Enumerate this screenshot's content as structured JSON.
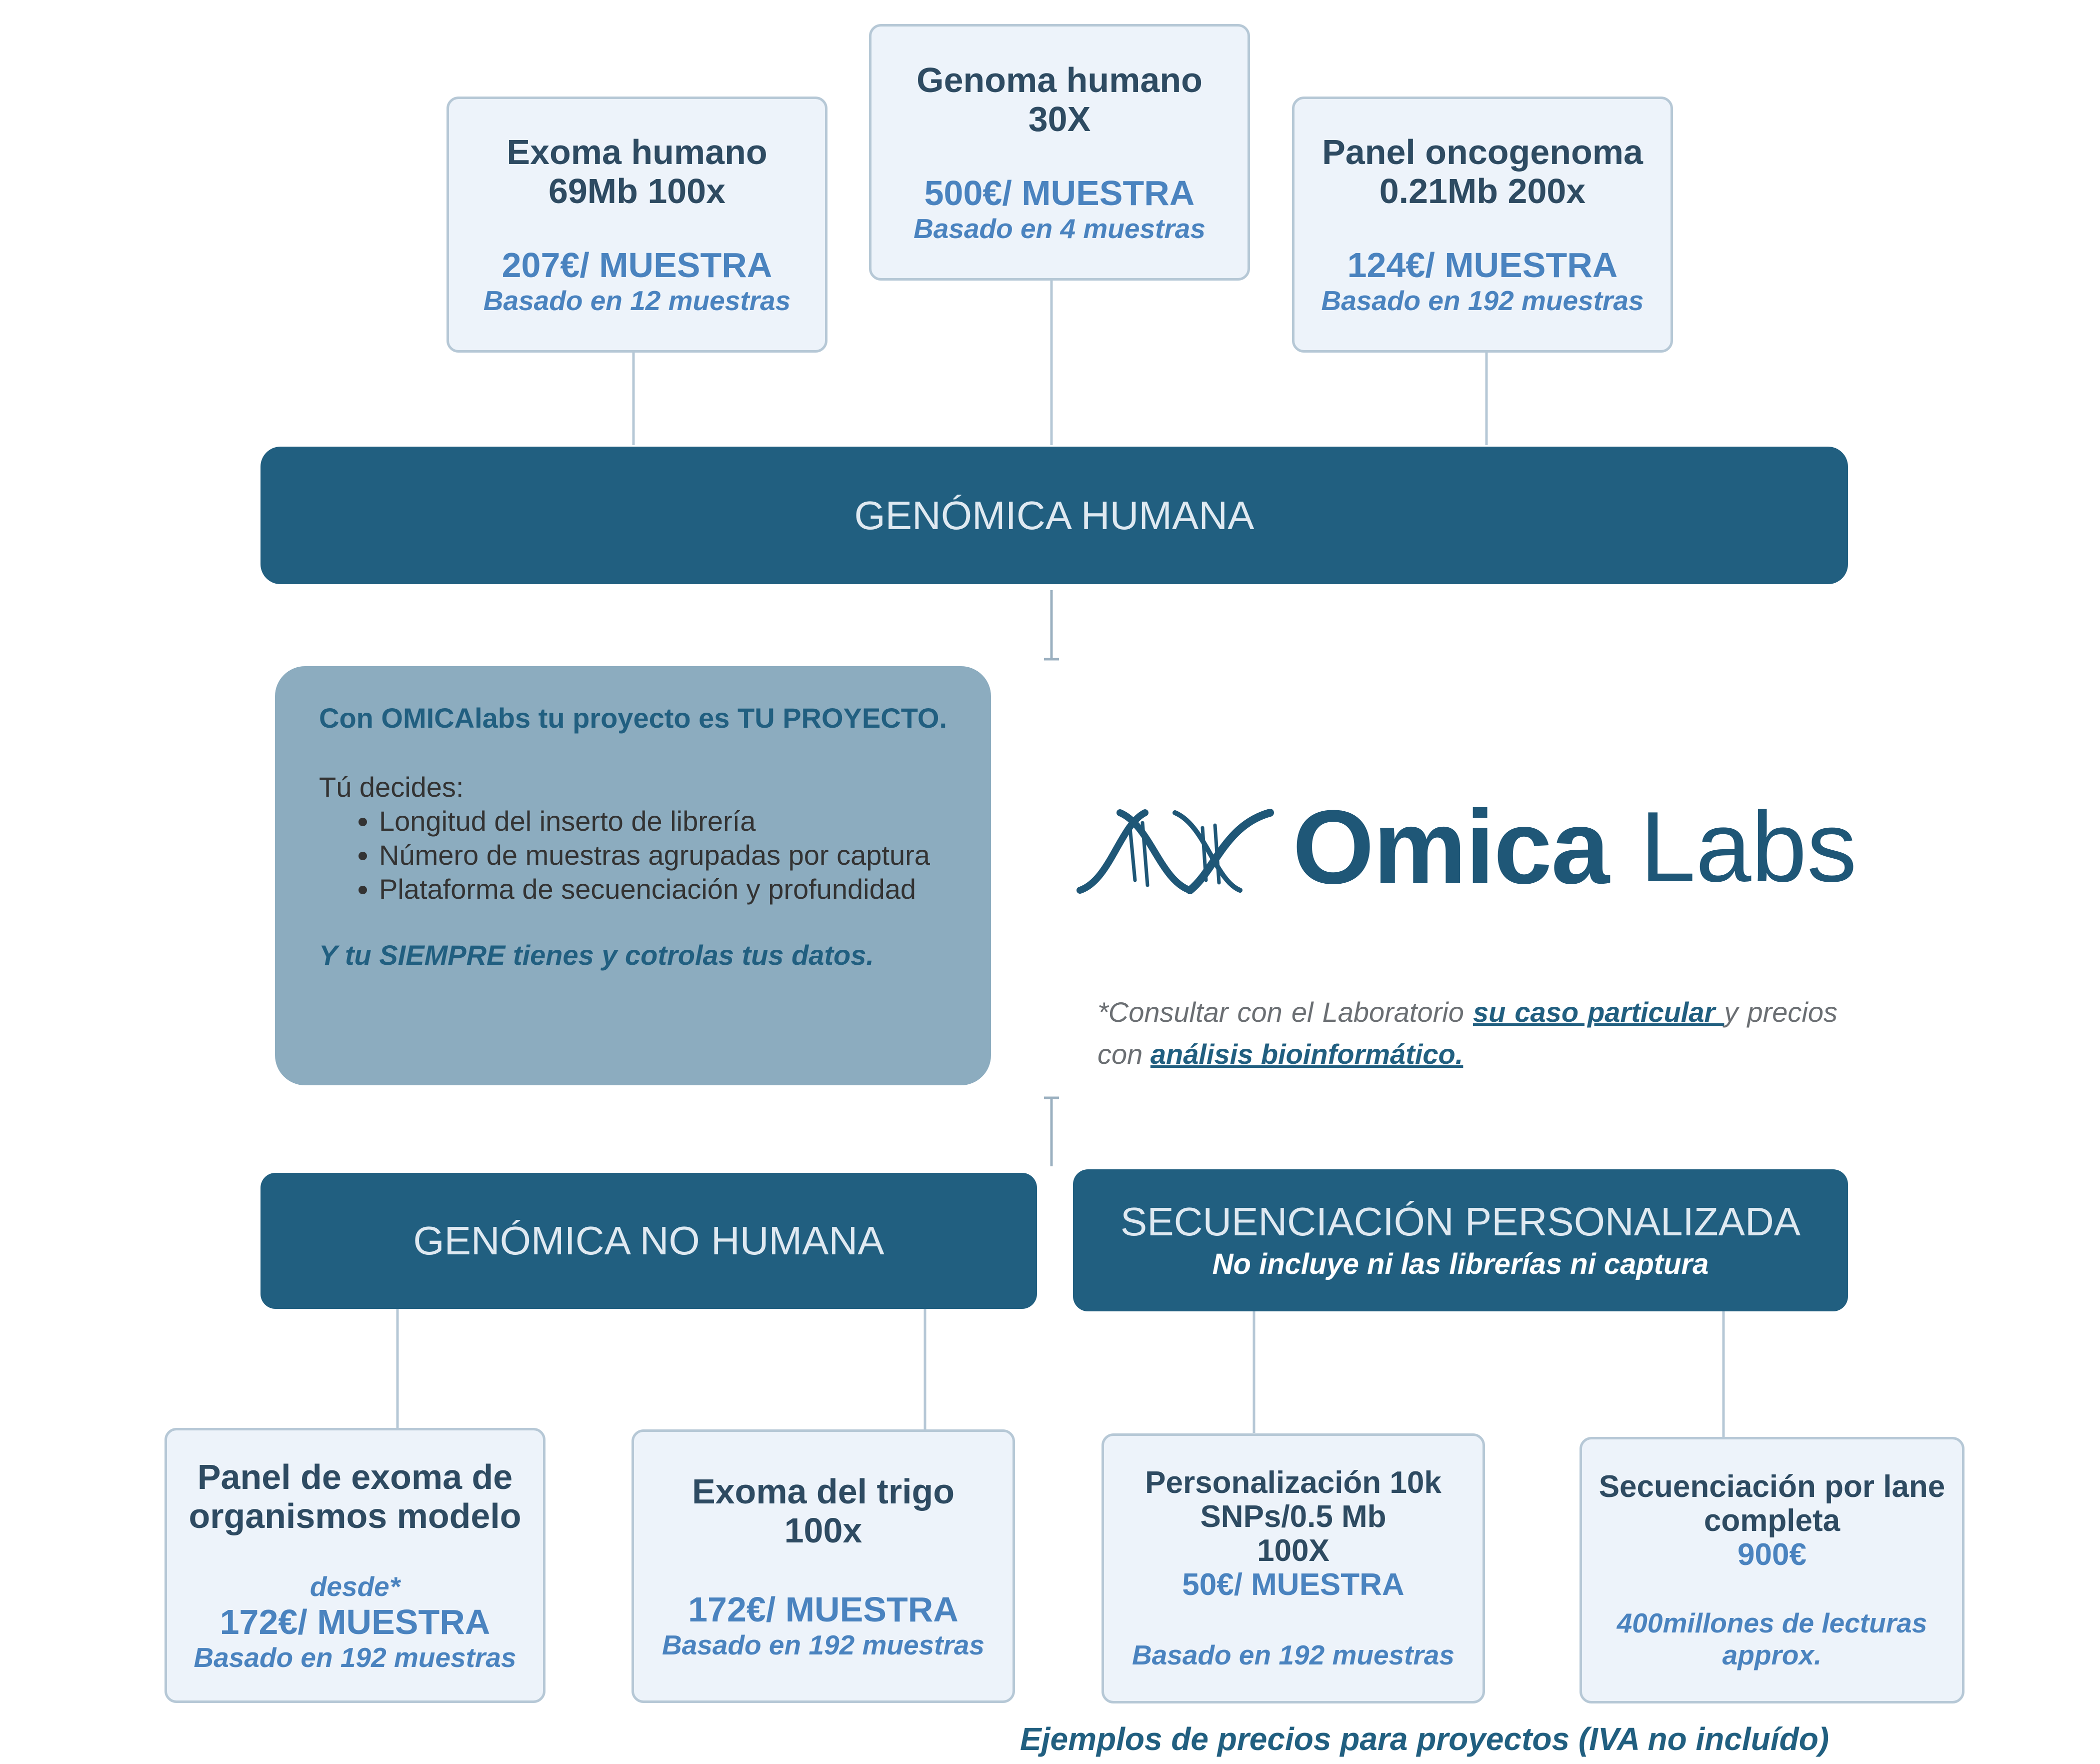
{
  "top_cards": [
    {
      "title_1": "Exoma humano",
      "title_2": "69Mb 100x",
      "price": "207€/ MUESTRA",
      "note": "Basado en 12 muestras"
    },
    {
      "title_1": "Genoma humano",
      "title_2": "30X",
      "price": "500€/ MUESTRA",
      "note": "Basado en  4 muestras"
    },
    {
      "title_1": "Panel oncogenoma",
      "title_2": "0.21Mb 200x",
      "price": "124€/ MUESTRA",
      "note": "Basado en 192 muestras"
    }
  ],
  "band_human": {
    "title": "GENÓMICA HUMANA"
  },
  "info_box": {
    "heading": "Con OMICAlabs tu proyecto es TU PROYECTO.",
    "intro": "Tú decides:",
    "items": [
      "Longitud del inserto de librería",
      "Número de muestras agrupadas por captura",
      "Plataforma de secuenciación y profundidad"
    ],
    "footer": "Y tu SIEMPRE tienes y cotrolas tus datos."
  },
  "logo": {
    "word_1": "Omica",
    "word_2": "Labs",
    "icon": "dna-helix-icon",
    "color": "#1f5777"
  },
  "consult": {
    "text_1": "*Consultar con el Laboratorio ",
    "link_1": "su caso particular ",
    "text_2": " y precios con ",
    "link_2": "análisis bioinformático."
  },
  "band_nonhuman": {
    "title": "GENÓMICA NO HUMANA"
  },
  "band_custom": {
    "title": "SECUENCIACIÓN PERSONALIZADA",
    "subtitle": "No incluye ni las librerías ni captura"
  },
  "bottom_cards": [
    {
      "title_1": "Panel de exoma de",
      "title_2": "organismos modelo",
      "prefix": "desde*",
      "price": "172€/ MUESTRA",
      "note": "Basado en 192 muestras"
    },
    {
      "title_1": "Exoma del trigo",
      "title_2": "100x",
      "price": "172€/ MUESTRA",
      "note": "Basado en  192 muestras"
    },
    {
      "title_1": "Personalización 10k",
      "title_2": "SNPs/0.5 Mb",
      "title_3": "100X",
      "price": "50€/ MUESTRA",
      "note": "Basado en  192 muestras"
    },
    {
      "title_1": "Secuenciación por lane",
      "title_2": "completa",
      "price": "900€",
      "note_1": "400millones de lecturas",
      "note_2": "approx."
    }
  ],
  "caption": "Ejemplos de precios para proyectos (IVA no incluído)",
  "colors": {
    "band": "#215f80",
    "card_bg": "#edf3fa",
    "card_border": "#b6c8d6",
    "accent": "#4a83bf",
    "info_bg": "#8cacbf"
  }
}
